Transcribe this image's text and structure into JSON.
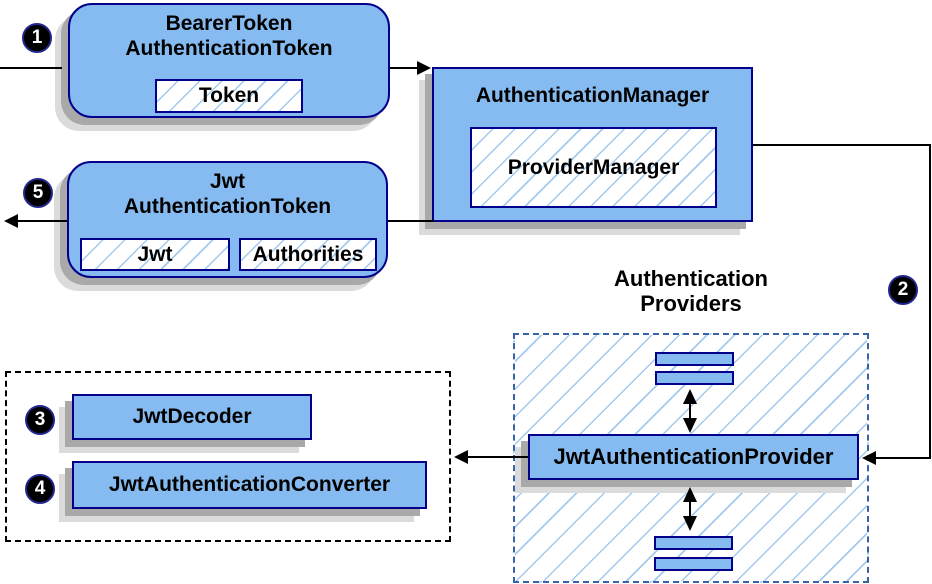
{
  "steps": {
    "s1": "1",
    "s2": "2",
    "s3": "3",
    "s4": "4",
    "s5": "5"
  },
  "nodes": {
    "bearer_token": {
      "title_line1": "BearerToken",
      "title_line2": "AuthenticationToken",
      "field": "Token"
    },
    "authentication_manager": {
      "title": "AuthenticationManager",
      "implementation": "ProviderManager"
    },
    "jwt_authentication_token": {
      "title_line1": "Jwt",
      "title_line2": "AuthenticationToken",
      "field1": "Jwt",
      "field2": "Authorities"
    },
    "authentication_providers": {
      "label_line1": "Authentication",
      "label_line2": "Providers"
    },
    "jwt_authentication_provider": {
      "title": "JwtAuthenticationProvider"
    },
    "jwt_decoder": {
      "title": "JwtDecoder"
    },
    "jwt_authentication_converter": {
      "title": "JwtAuthenticationConverter"
    }
  },
  "colors": {
    "background": "#FFFFFF",
    "node_fill": "#85BBF0",
    "node_border": "#00008B",
    "hatch_line": "#A3C9EC",
    "frame_blue": "#3A62A8",
    "frame_black": "#000000",
    "connector": "#000000",
    "shadow_dark": "#A9A9A9",
    "shadow_light": "#DBDBDB",
    "badge_bg": "#000000",
    "badge_ring": "#22278F",
    "badge_text": "#FFFFFF"
  }
}
